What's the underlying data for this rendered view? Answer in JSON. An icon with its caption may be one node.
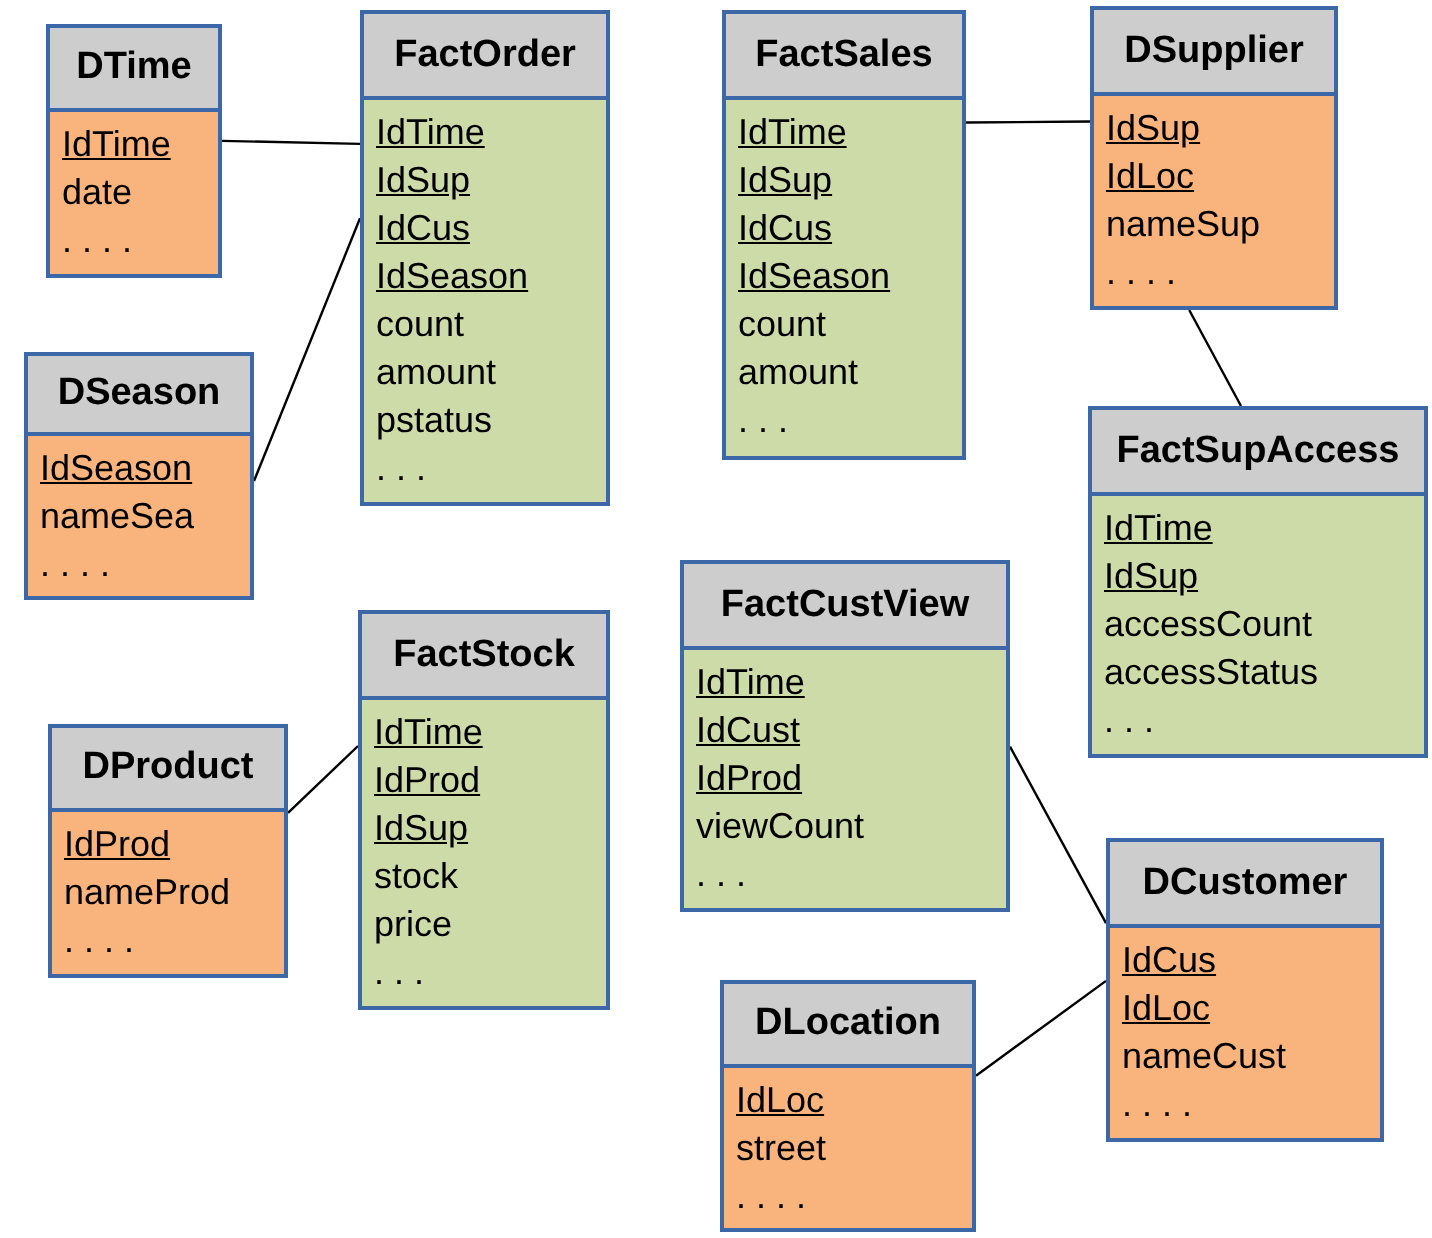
{
  "diagram": {
    "nodes": [
      {
        "text": [
          "DTime",
          "IdTime",
          "date",
          ". . . ."
        ]
      },
      {
        "text": [
          "FactOrder",
          "IdTime",
          "IdSup",
          "IdCus",
          "IdSeason",
          "count",
          "amount",
          "pstatus",
          ". . ."
        ]
      },
      {
        "text": [
          "FactSales",
          "IdTime",
          "IdSup",
          "IdCus",
          "IdSeason",
          "count",
          "amount",
          ". . ."
        ]
      },
      {
        "text": [
          "DSupplier",
          "IdSup",
          "IdLoc",
          "nameSup",
          ". . . ."
        ]
      },
      {
        "text": [
          "DSeason",
          "IdSeason",
          "nameSea",
          ". . . ."
        ]
      },
      {
        "text": [
          "FactSupAccess",
          "IdTime",
          "IdSup",
          "accessCount",
          "accessStatus",
          ". . ."
        ]
      },
      {
        "text": [
          "FactStock",
          "IdTime",
          "IdProd",
          "IdSup",
          "stock",
          "price",
          ". . ."
        ]
      },
      {
        "text": [
          "DProduct",
          "IdProd",
          "nameProd",
          ". . . ."
        ]
      },
      {
        "text": [
          "FactCustView",
          "IdTime",
          "IdCust",
          "IdProd",
          "viewCount",
          ". . ."
        ]
      },
      {
        "text": [
          "DCustomer",
          "IdCus",
          "IdLoc",
          "nameCust",
          ". . . ."
        ]
      },
      {
        "text": [
          "DLocation",
          "IdLoc",
          "street",
          ". . . ."
        ]
      }
    ],
    "edges": [
      {
        "from": 0,
        "to": 1,
        "arrow": "none"
      },
      {
        "from": 4,
        "to": 1,
        "arrow": "none"
      },
      {
        "from": 2,
        "to": 3,
        "arrow": "none"
      },
      {
        "from": 3,
        "to": 5,
        "arrow": "none"
      },
      {
        "from": 7,
        "to": 6,
        "arrow": "none"
      },
      {
        "from": 8,
        "to": 9,
        "arrow": "none"
      },
      {
        "from": 10,
        "to": 9,
        "arrow": "none"
      }
    ]
  }
}
